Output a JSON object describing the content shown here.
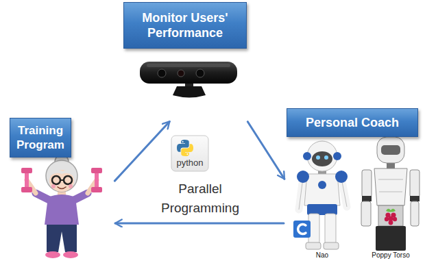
{
  "diagram": {
    "nodes": [
      {
        "text": [
          "Monitor Users' Performance"
        ]
      },
      {
        "text": [
          "Training Program"
        ]
      },
      {
        "text": [
          "Personal Coach"
        ]
      }
    ],
    "edges": [
      {
        "from": 1,
        "to": 0,
        "arrow": "to"
      },
      {
        "from": 0,
        "to": 2,
        "arrow": "to"
      },
      {
        "from": 2,
        "to": 1,
        "arrow": "to"
      }
    ],
    "labels": [
      "python",
      "Parallel Programming",
      "Nao",
      "Poppy Torso"
    ]
  }
}
